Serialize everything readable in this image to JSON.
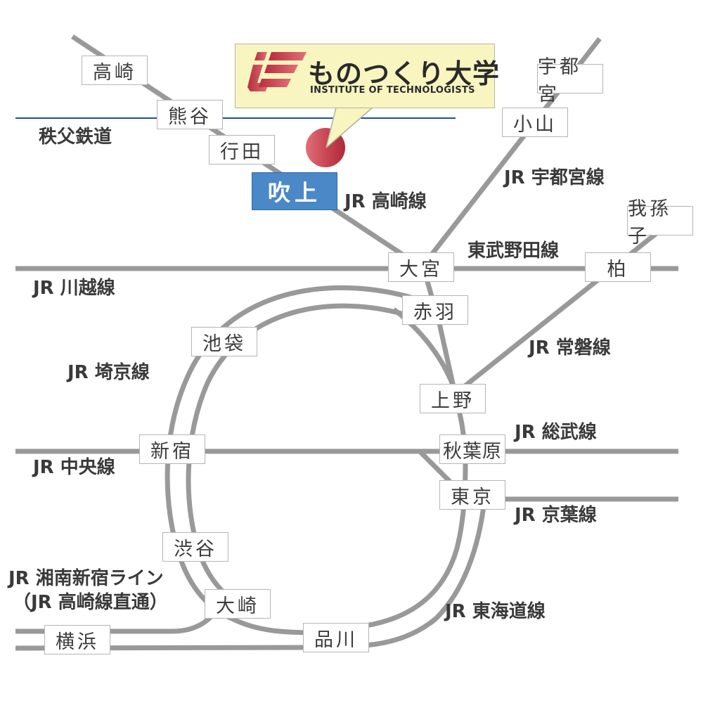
{
  "map": {
    "title": "ものつくり大学 アクセスマップ",
    "colors": {
      "rail": "#999999",
      "chichibu_railway": "#1f4e9a",
      "home_station_bg": "#4a88c7",
      "callout_bg": "#f8f5c0",
      "location_dot": "#c64452",
      "logo_red": "#c03a48"
    },
    "logo": {
      "name_jp": "ものつくり大学",
      "name_en": "INSTITUTE OF TECHNOLOGISTS",
      "icon": "iot-logo-icon"
    },
    "home_station": "吹上",
    "stations": {
      "takasaki": "高崎",
      "kumagaya": "熊谷",
      "gyoda": "行田",
      "fukiage": "吹上",
      "utsunomiya": "宇都宮",
      "oyama": "小山",
      "abiko": "我孫子",
      "omiya": "大宮",
      "kashiwa": "柏",
      "akabane": "赤羽",
      "ikebukuro": "池袋",
      "ueno": "上野",
      "shinjuku": "新宿",
      "akihabara": "秋葉原",
      "tokyo": "東京",
      "shibuya": "渋谷",
      "osaki": "大崎",
      "yokohama": "横浜",
      "shinagawa": "品川"
    },
    "lines": {
      "chichibu": "秩父鉄道",
      "takasaki": "JR 高崎線",
      "utsunomiya": "JR 宇都宮線",
      "tobu_noda": "東武野田線",
      "kawagoe": "JR 川越線",
      "joban": "JR 常磐線",
      "saikyo": "JR 埼京線",
      "sobu": "JR 総武線",
      "chuo": "JR 中央線",
      "keiyo": "JR 京葉線",
      "shonan_shinjuku_1": "JR 湘南新宿ライン",
      "shonan_shinjuku_2": "（JR 高崎線直通）",
      "tokaido": "JR 東海道線"
    }
  }
}
